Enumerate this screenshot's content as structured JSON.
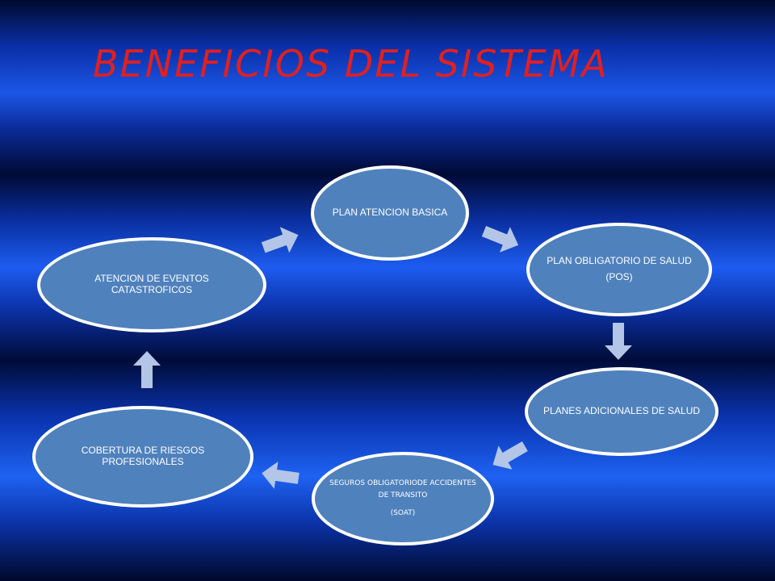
{
  "title": "BENEFICIOS DEL SISTEMA",
  "colors": {
    "title": "#e02020",
    "node_fill": "#4f81bd",
    "node_border": "#ffffff",
    "arrow": "#b3c6e7"
  },
  "nodes": [
    {
      "label": "PLAN ATENCION BASICA",
      "sub": ""
    },
    {
      "label": "PLAN OBLIGATORIO  DE SALUD",
      "sub": "(POS)"
    },
    {
      "label": "PLANES ADICIONALES DE SALUD",
      "sub": ""
    },
    {
      "label": "SEGUROS  OBLIGATORIODE ACCIDENTES  DE  TRANSITO",
      "sub": "(SOAT)"
    },
    {
      "label": "COBERTURA  DE RIESGOS PROFESIONALES",
      "sub": ""
    },
    {
      "label": "ATENCION  DE EVENTOS CATASTROFICOS",
      "sub": ""
    }
  ]
}
